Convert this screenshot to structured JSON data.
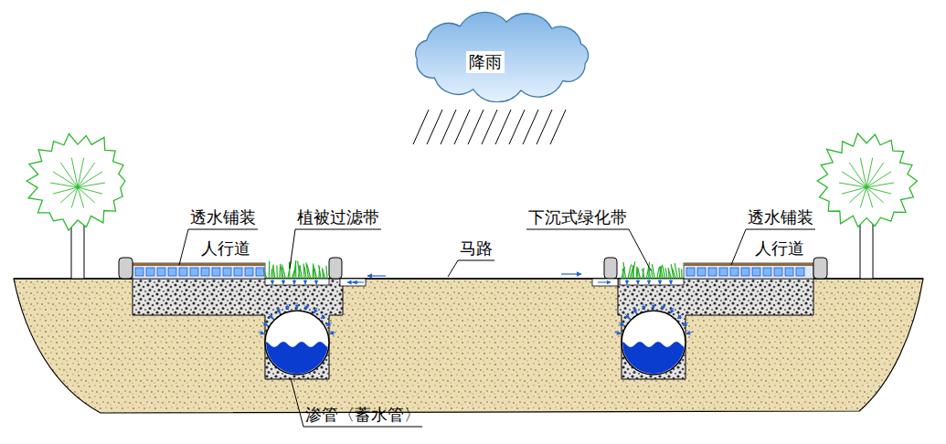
{
  "diagram": {
    "nodes": [
      {
        "text": [
          "降雨"
        ]
      }
    ],
    "labels": [
      "透水铺装",
      "人行道",
      "植被过滤带",
      "马路",
      "下沉式绿化带",
      "透水铺装",
      "人行道",
      "渗管〈蓄水管〉"
    ]
  }
}
